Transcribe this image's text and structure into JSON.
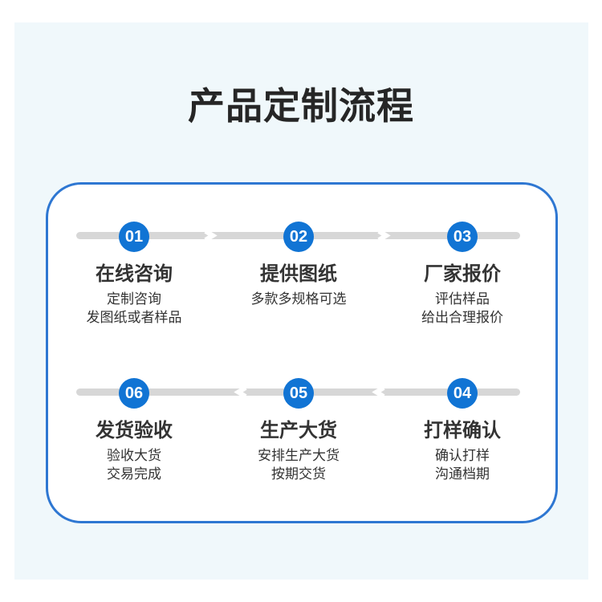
{
  "title": "产品定制流程",
  "colors": {
    "accent_blue": "#1174d4",
    "card_border_blue": "#2e77d2",
    "panel_bg": "#f0f8fb",
    "track_gray": "#d7d7d7",
    "title_text": "#262626",
    "body_text": "#333333"
  },
  "flow": {
    "rows": [
      {
        "direction": "right",
        "steps": [
          {
            "num": "01",
            "title": "在线咨询",
            "lines": [
              "定制咨询",
              "发图纸或者样品"
            ]
          },
          {
            "num": "02",
            "title": "提供图纸",
            "lines": [
              "多款多规格可选"
            ]
          },
          {
            "num": "03",
            "title": "厂家报价",
            "lines": [
              "评估样品",
              "给出合理报价"
            ]
          }
        ]
      },
      {
        "direction": "left",
        "steps": [
          {
            "num": "06",
            "title": "发货验收",
            "lines": [
              "验收大货",
              "交易完成"
            ]
          },
          {
            "num": "05",
            "title": "生产大货",
            "lines": [
              "安排生产大货",
              "按期交货"
            ]
          },
          {
            "num": "04",
            "title": "打样确认",
            "lines": [
              "确认打样",
              "沟通档期"
            ]
          }
        ]
      }
    ]
  }
}
